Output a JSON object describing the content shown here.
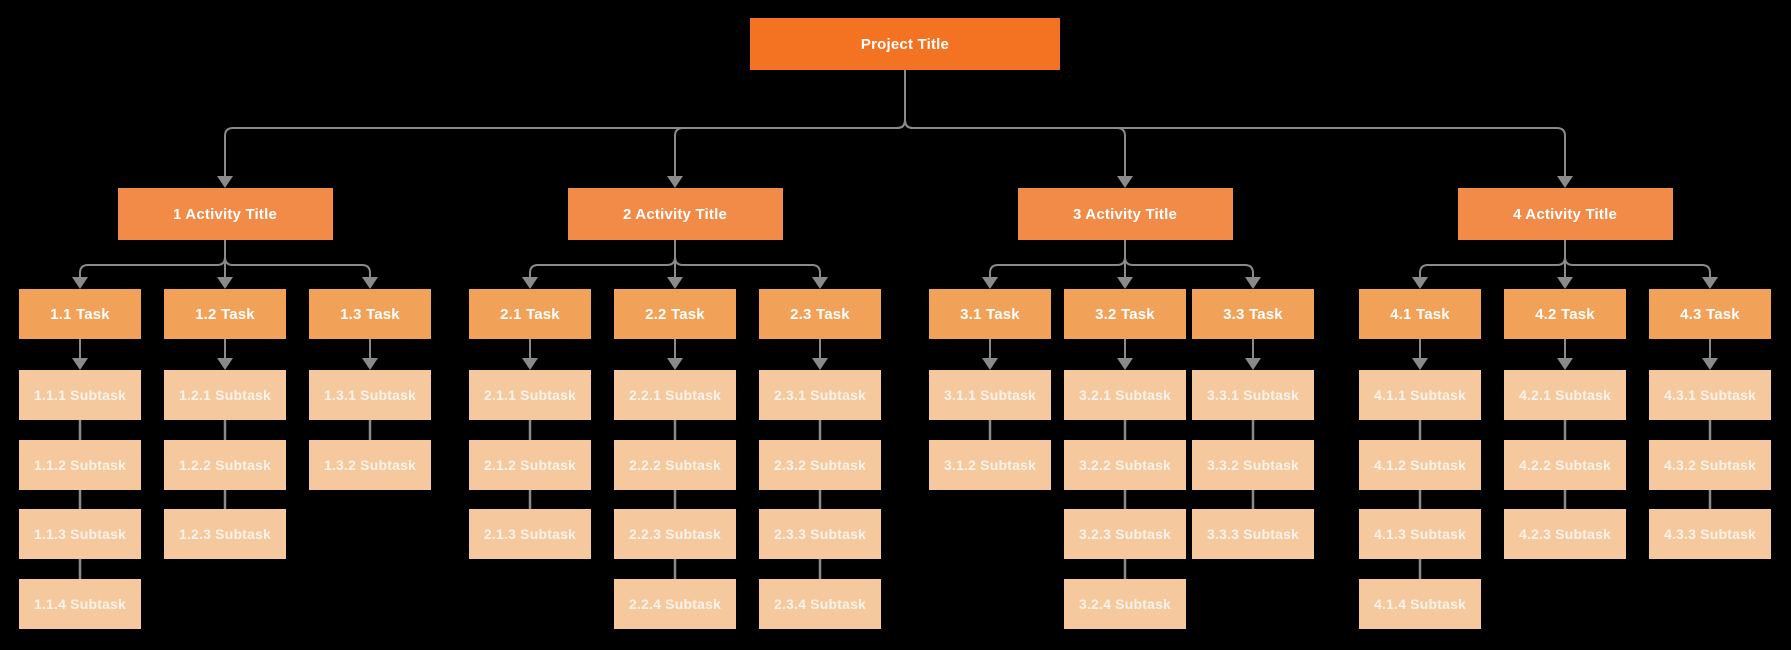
{
  "diagram": {
    "root": {
      "label": "Project Title"
    },
    "activities": [
      {
        "label": "1 Activity Title",
        "tasks": [
          {
            "label": "1.1 Task",
            "subtasks": [
              "1.1.1 Subtask",
              "1.1.2 Subtask",
              "1.1.3 Subtask",
              "1.1.4 Subtask"
            ]
          },
          {
            "label": "1.2 Task",
            "subtasks": [
              "1.2.1 Subtask",
              "1.2.2 Subtask",
              "1.2.3 Subtask"
            ]
          },
          {
            "label": "1.3 Task",
            "subtasks": [
              "1.3.1 Subtask",
              "1.3.2 Subtask"
            ]
          }
        ]
      },
      {
        "label": "2 Activity Title",
        "tasks": [
          {
            "label": "2.1 Task",
            "subtasks": [
              "2.1.1 Subtask",
              "2.1.2 Subtask",
              "2.1.3 Subtask"
            ]
          },
          {
            "label": "2.2 Task",
            "subtasks": [
              "2.2.1 Subtask",
              "2.2.2 Subtask",
              "2.2.3 Subtask",
              "2.2.4 Subtask"
            ]
          },
          {
            "label": "2.3 Task",
            "subtasks": [
              "2.3.1 Subtask",
              "2.3.2 Subtask",
              "2.3.3 Subtask",
              "2.3.4 Subtask"
            ]
          }
        ]
      },
      {
        "label": "3 Activity Title",
        "tasks": [
          {
            "label": "3.1 Task",
            "subtasks": [
              "3.1.1 Subtask",
              "3.1.2 Subtask"
            ]
          },
          {
            "label": "3.2 Task",
            "subtasks": [
              "3.2.1 Subtask",
              "3.2.2 Subtask",
              "3.2.3 Subtask",
              "3.2.4 Subtask"
            ]
          },
          {
            "label": "3.3 Task",
            "subtasks": [
              "3.3.1 Subtask",
              "3.3.2 Subtask",
              "3.3.3 Subtask"
            ]
          }
        ]
      },
      {
        "label": "4 Activity Title",
        "tasks": [
          {
            "label": "4.1 Task",
            "subtasks": [
              "4.1.1 Subtask",
              "4.1.2 Subtask",
              "4.1.3 Subtask",
              "4.1.4 Subtask"
            ]
          },
          {
            "label": "4.2 Task",
            "subtasks": [
              "4.2.1 Subtask",
              "4.2.2 Subtask",
              "4.2.3 Subtask"
            ]
          },
          {
            "label": "4.3 Task",
            "subtasks": [
              "4.3.1 Subtask",
              "4.3.2 Subtask",
              "4.3.3 Subtask"
            ]
          }
        ]
      }
    ],
    "colors": {
      "background": "#000000",
      "project": "#F47322",
      "activity": "#F28A48",
      "task": "#F2A258",
      "subtask": "#F5C99D",
      "connector": "#8A8A8A",
      "text": "#FFFFFF",
      "subtask_text": "#FAF3EB"
    }
  }
}
